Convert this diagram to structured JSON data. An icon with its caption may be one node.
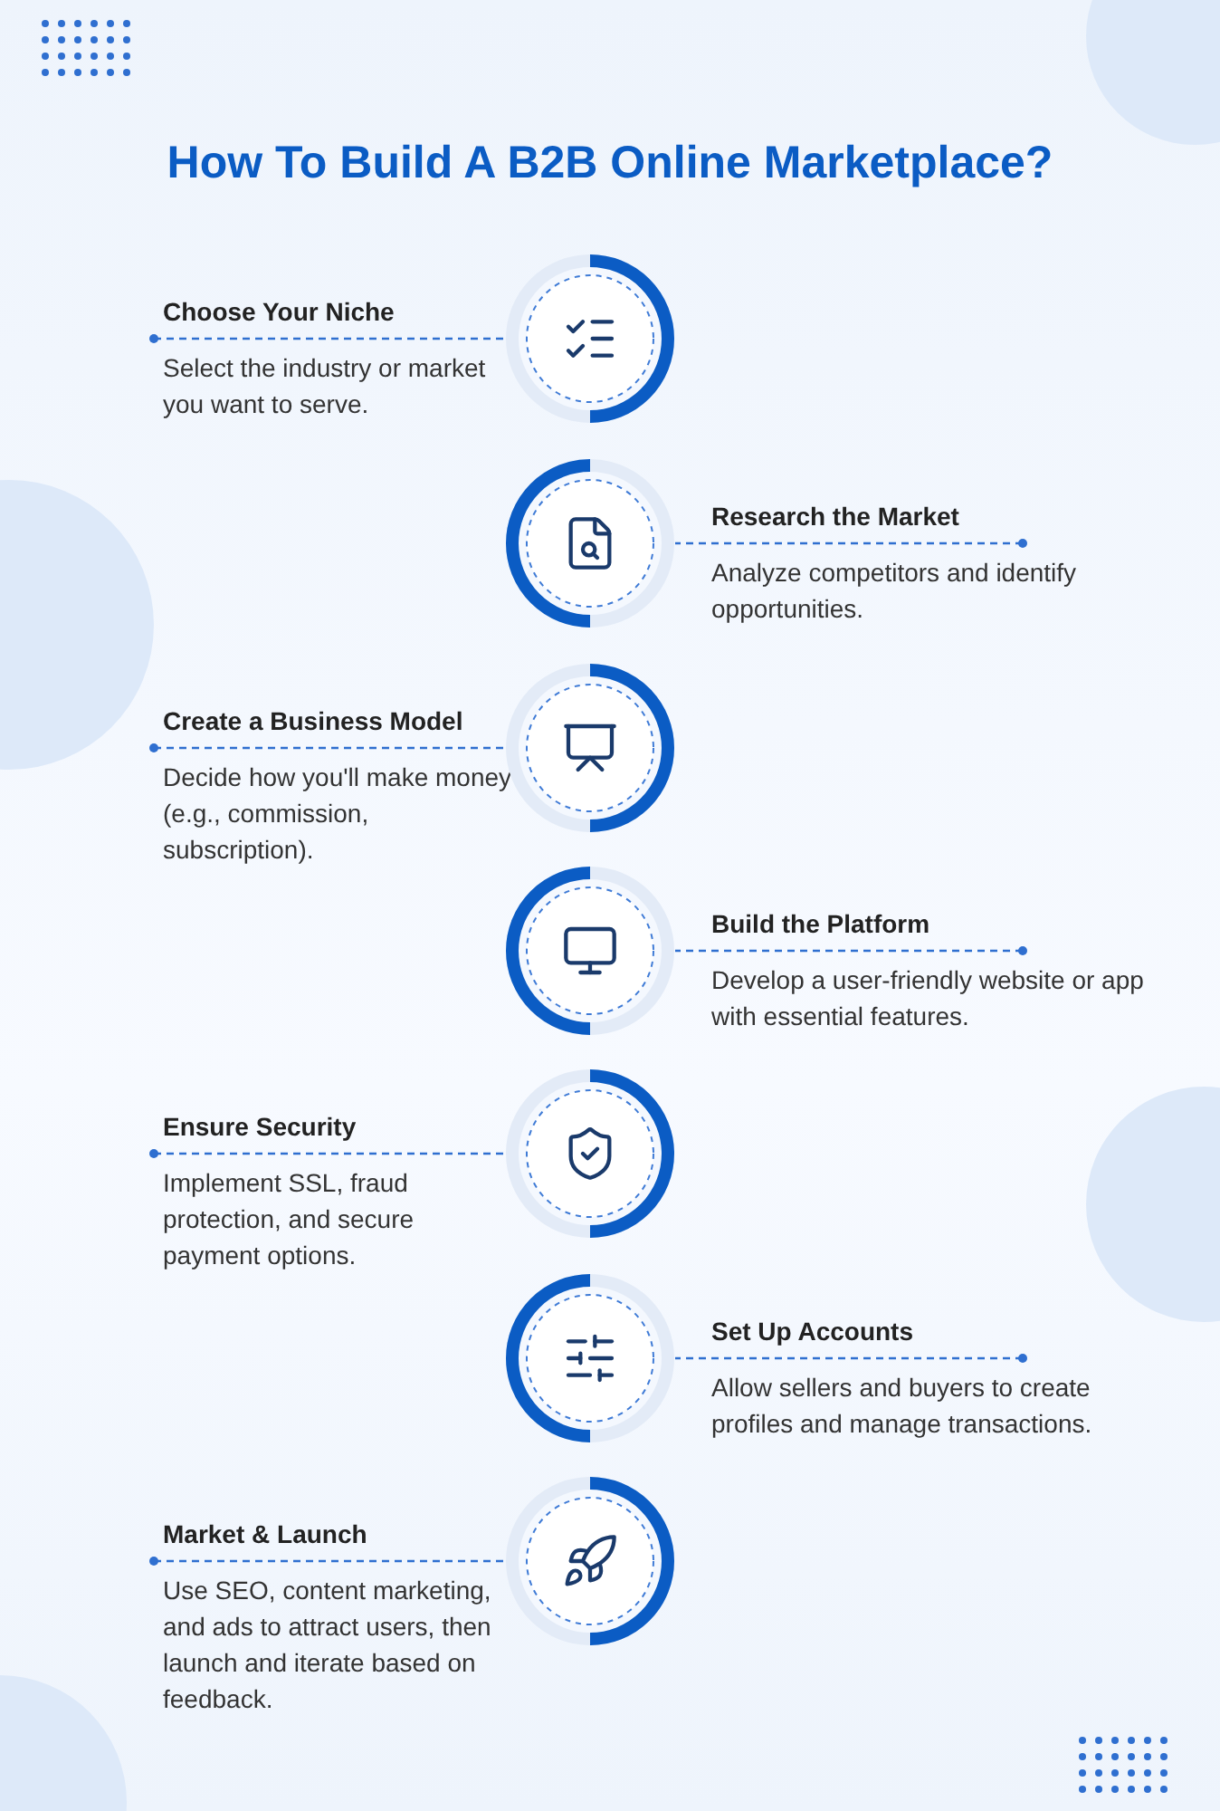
{
  "diagram": {
    "title": "How To Build A B2B Online Marketplace?",
    "nodes": [
      {
        "text": [
          "Choose Your Niche",
          "Select the industry or market you want to serve."
        ]
      },
      {
        "text": [],
        "shape": "circle"
      },
      {
        "text": [
          "Research the Market",
          "Analyze competitors and identify opportunities."
        ]
      },
      {
        "text": [],
        "shape": "circle"
      },
      {
        "text": [
          "Create a Business Model",
          "Decide how you'll make money (e.g., commission, subscription)."
        ]
      },
      {
        "text": [],
        "shape": "circle"
      },
      {
        "text": [
          "Build the Platform",
          "Develop a user-friendly website or app with essential features."
        ]
      },
      {
        "text": [],
        "shape": "circle"
      },
      {
        "text": [
          "Ensure Security",
          "Implement SSL, fraud protection, and secure payment options."
        ]
      },
      {
        "text": [],
        "shape": "circle"
      },
      {
        "text": [
          "Set Up Accounts",
          "Allow sellers and buyers to create profiles and manage transactions."
        ]
      },
      {
        "text": [],
        "shape": "circle"
      },
      {
        "text": [
          "Market & Launch",
          "Use SEO, content marketing, and ads to attract users, then launch and iterate based on feedback."
        ]
      },
      {
        "text": [],
        "shape": "circle"
      }
    ],
    "edges": [
      {
        "from": 0,
        "to": 1,
        "arrow": "other",
        "style": "dashed"
      },
      {
        "from": 2,
        "to": 3,
        "arrow": "other",
        "style": "dashed"
      },
      {
        "from": 4,
        "to": 5,
        "arrow": "other",
        "style": "dashed"
      },
      {
        "from": 6,
        "to": 7,
        "arrow": "other",
        "style": "dashed"
      },
      {
        "from": 8,
        "to": 9,
        "arrow": "other",
        "style": "dashed"
      },
      {
        "from": 10,
        "to": 11,
        "arrow": "other",
        "style": "dashed"
      },
      {
        "from": 12,
        "to": 13,
        "arrow": "other",
        "style": "dashed"
      }
    ]
  }
}
